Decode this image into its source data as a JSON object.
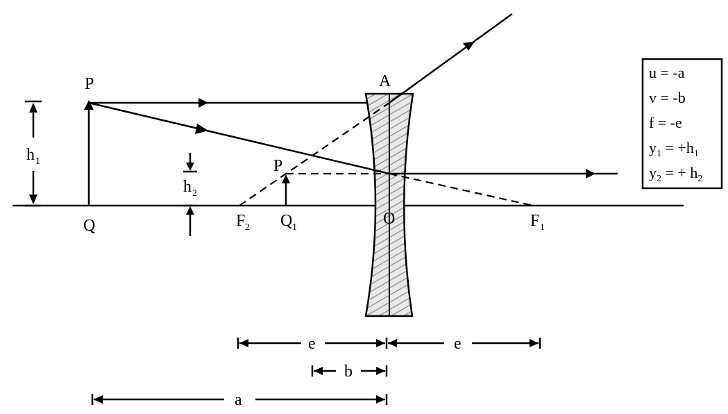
{
  "points": {
    "P": "P",
    "Q": "Q",
    "A": "A",
    "O": "O",
    "F2": "F",
    "F2_sub": "2",
    "F1": "F",
    "F1_sub": "1",
    "P1": "P",
    "Q1": "Q",
    "Q1_sub": "1"
  },
  "heights": {
    "h1": "h",
    "h1_sub": "1",
    "h2": "h",
    "h2_sub": "2"
  },
  "distances": {
    "e_left": "e",
    "e_right": "e",
    "b": "b",
    "a": "a"
  },
  "legend": {
    "u": "u = -a",
    "v": "v = -b",
    "f": "f = -e",
    "y1_main": "y",
    "y1_sub": "1",
    "y1_rest": " = +h",
    "y1_rest_sub": "1",
    "y2_main": "y",
    "y2_sub": "2",
    "y2_rest": " = + h",
    "y2_rest_sub": "2"
  },
  "colors": {
    "line": "#000000",
    "hatch": "#9a9a9a",
    "background": "#ffffff"
  }
}
